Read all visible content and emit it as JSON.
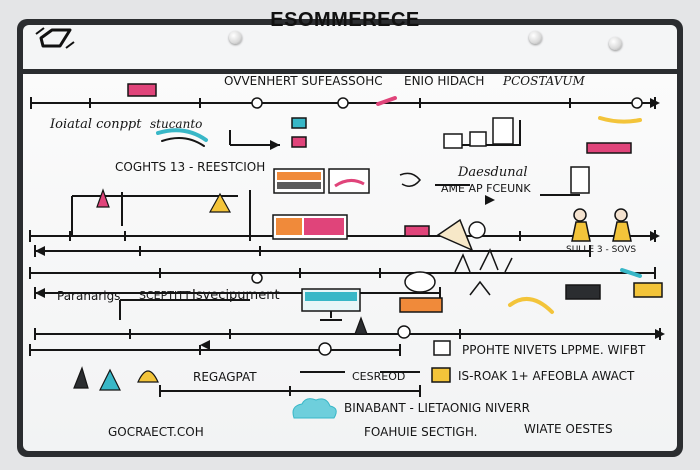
{
  "board": {
    "title": "ESOMMERECE"
  },
  "labels": {
    "row1_a": "OVVENHERT SUFEASSOHC",
    "row1_b": "ENIO HIDACH",
    "row1_c": "PCOSTAVUM",
    "concept": "Ioiatal conppt",
    "concept_b": "stucanto",
    "cights": "COGHTS 13 - REESTCIOH",
    "daesdunal": "Daesdunal",
    "ape": "AME AP FCEUNK",
    "mid_left": "Paranarigs",
    "mid_left_b": "SCEPTITT",
    "mid_left_c": "Isvecipument",
    "sovs": "SULLE 3 - SOVS",
    "right_row1": "PPOHTE NIVETS LPPME. WIFBT",
    "regagpat": "REGAGPAT",
    "cesreod": "CESREOD",
    "right_row2": "IS-ROAK 1+ AFEOBLA AWACT",
    "binabant": "BINABANT - LIETAONIG NIVERR",
    "footer_left": "GOCRAECT.COH",
    "footer_mid": "FOAHUIE SECTIGH.",
    "footer_right": "WIATE OESTES"
  },
  "colors": {
    "board_frame": "#2b2d30",
    "accent_pink": "#e0447a",
    "accent_teal": "#38b7c7",
    "accent_yellow": "#f3c43a",
    "accent_orange": "#f08a3a"
  }
}
